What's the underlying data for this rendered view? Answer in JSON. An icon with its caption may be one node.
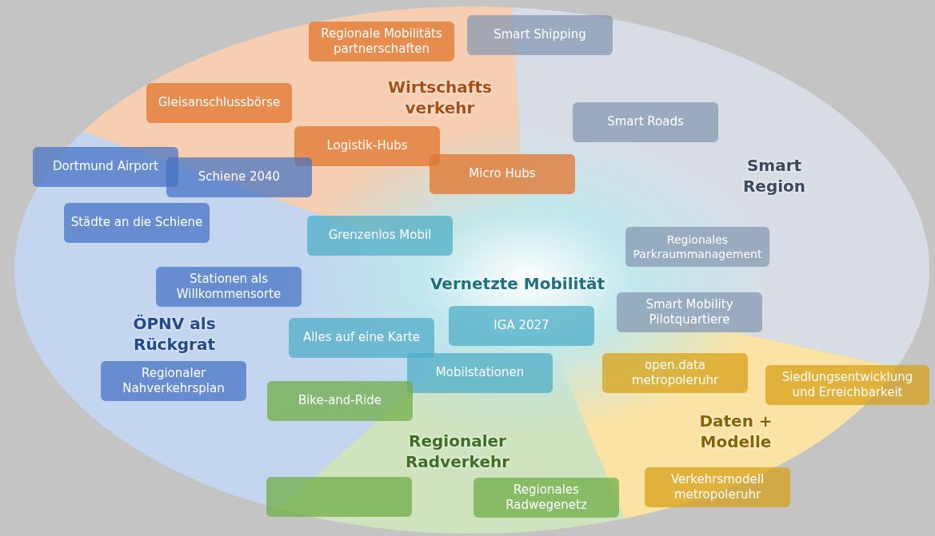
{
  "diagram": {
    "nodes": [
      {
        "text": [
          "Regionale Mobilitäts partnerschaften"
        ]
      },
      {
        "text": [
          "Smart Shipping"
        ]
      },
      {
        "text": [
          "Gleisanschlussbörse"
        ]
      },
      {
        "text": [
          "Smart Roads"
        ]
      },
      {
        "text": [
          "Logistik-Hubs"
        ]
      },
      {
        "text": [
          "Dortmund Airport"
        ]
      },
      {
        "text": [
          "Schiene 2040"
        ]
      },
      {
        "text": [
          "Micro Hubs"
        ]
      },
      {
        "text": [
          "Städte an die Schiene"
        ]
      },
      {
        "text": [
          "Grenzenlos Mobil"
        ]
      },
      {
        "text": [
          "Regionales Parkraummanagement"
        ]
      },
      {
        "text": [
          "Stationen als Willkommensorte"
        ]
      },
      {
        "text": [
          "Smart Mobility Pilotquartiere"
        ]
      },
      {
        "text": [
          "IGA 2027"
        ]
      },
      {
        "text": [
          "Alles auf eine Karte"
        ]
      },
      {
        "text": [
          "Regionaler Nahverkehrsplan"
        ]
      },
      {
        "text": [
          "Mobilstationen"
        ]
      },
      {
        "text": [
          "open.data metropoleruhr"
        ]
      },
      {
        "text": [
          "Siedlungsentwicklung und Erreichbarkeit"
        ]
      },
      {
        "text": [
          "Bike-and-Ride"
        ]
      },
      {
        "text": [],
        "shape": "box"
      },
      {
        "text": [
          "Regionales Radwegenetz"
        ]
      },
      {
        "text": [
          "Verkehrsmodell metropoleruhr"
        ]
      }
    ],
    "edges": [],
    "labels": [
      "Wirtschafts verkehr",
      "Smart Region",
      "Vernetzte Mobilität",
      "ÖPNV als Rückgrat",
      "Daten + Modelle",
      "Regionaler Radverkehr"
    ]
  }
}
